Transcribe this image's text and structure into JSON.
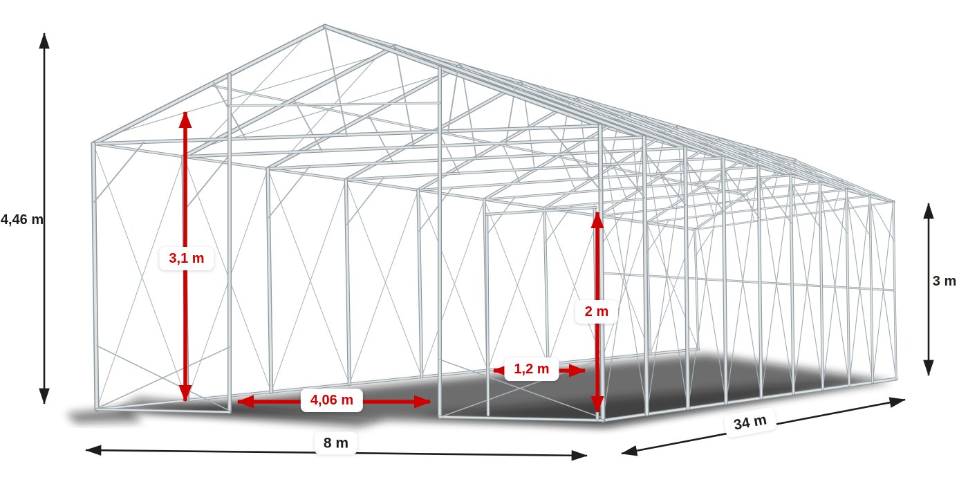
{
  "diagram": {
    "name": "storage-tent-steel-frame-dimension-diagram",
    "colors": {
      "dimension_red": "#d10000",
      "dimension_black": "#1d1d1b",
      "steel_dark": "#8e979c",
      "steel_light": "#dde2e4"
    },
    "dimensions": {
      "total_height": "4,46 m",
      "entrance_height": "3,1 m",
      "entrance_width": "4,06 m",
      "inner_door_height": "2 m",
      "inner_door_width": "1,2 m",
      "width": "8 m",
      "length": "34 m",
      "side_height": "3 m"
    }
  }
}
